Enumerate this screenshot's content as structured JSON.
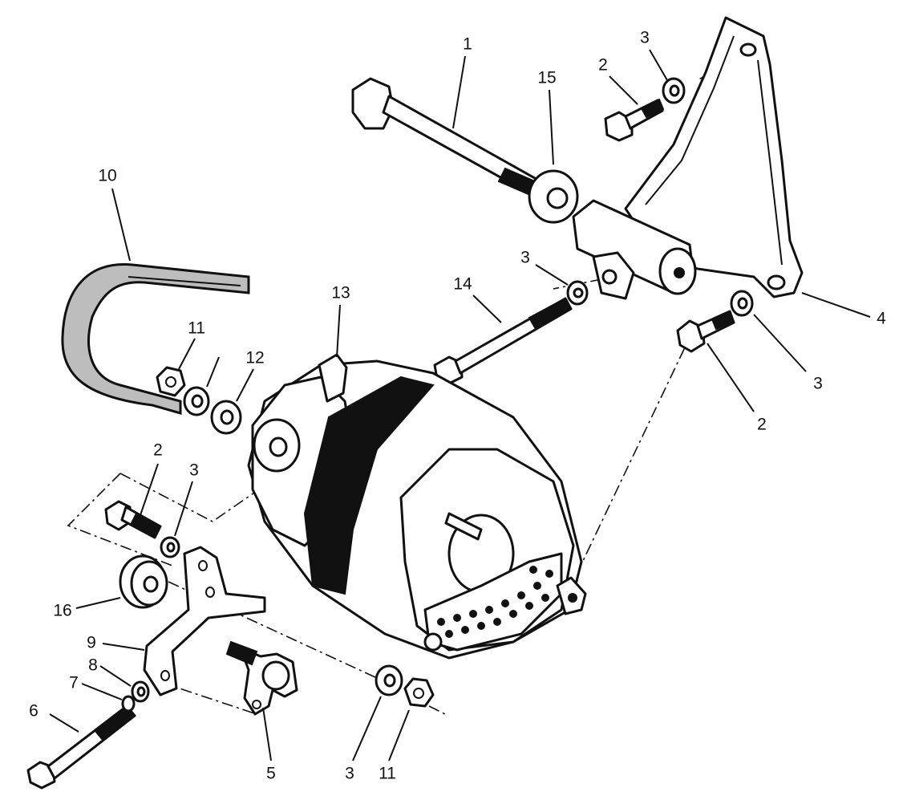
{
  "diagram": {
    "callouts": [
      {
        "id": "c1",
        "label": "1"
      },
      {
        "id": "c15",
        "label": "15"
      },
      {
        "id": "c2a",
        "label": "2"
      },
      {
        "id": "c3a",
        "label": "3"
      },
      {
        "id": "c10",
        "label": "10"
      },
      {
        "id": "c3b",
        "label": "3"
      },
      {
        "id": "c14",
        "label": "14"
      },
      {
        "id": "c4",
        "label": "4"
      },
      {
        "id": "c13",
        "label": "13"
      },
      {
        "id": "c11a",
        "label": "11"
      },
      {
        "id": "c12",
        "label": "12"
      },
      {
        "id": "c3c",
        "label": "3"
      },
      {
        "id": "c2b",
        "label": "2"
      },
      {
        "id": "c2c",
        "label": "2"
      },
      {
        "id": "c3d",
        "label": "3"
      },
      {
        "id": "c16",
        "label": "16"
      },
      {
        "id": "c9",
        "label": "9"
      },
      {
        "id": "c8",
        "label": "8"
      },
      {
        "id": "c7",
        "label": "7"
      },
      {
        "id": "c6",
        "label": "6"
      },
      {
        "id": "c5",
        "label": "5"
      },
      {
        "id": "c3e",
        "label": "3"
      },
      {
        "id": "c11b",
        "label": "11"
      }
    ]
  }
}
